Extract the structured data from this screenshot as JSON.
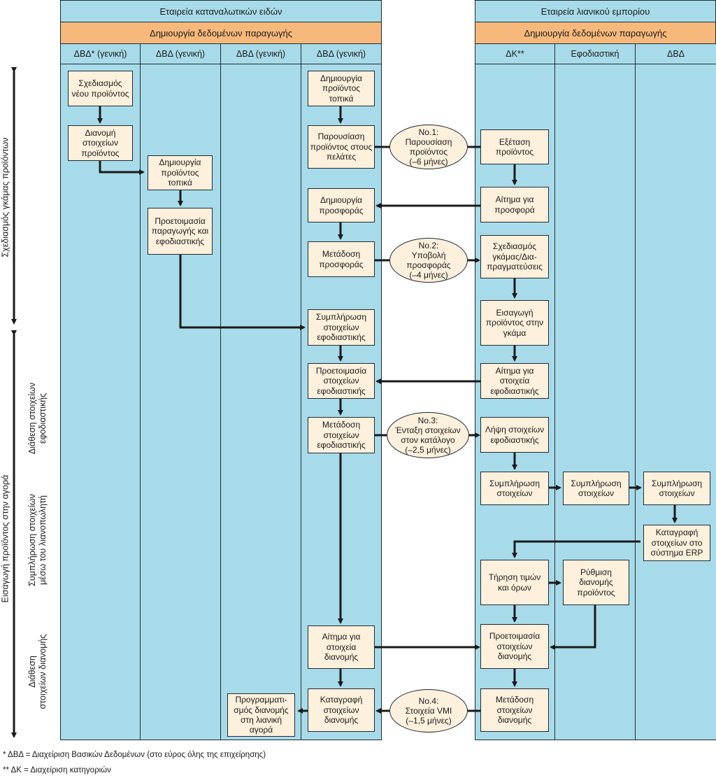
{
  "companies": {
    "manufacturer": "Εταιρεία καταναλωτικών ειδών",
    "retailer": "Εταιρεία λιανικού εμπορίου"
  },
  "subheader": {
    "left": "Δημιουργία δεδομένων παραγωγής",
    "right": "Δημιουργία δεδομένων παραγωγής"
  },
  "columns": [
    "ΔΒΔ* (γενική)",
    "ΔΒΔ (γενική)",
    "ΔΒΔ (γενική)",
    "ΔΒΔ (γενική)",
    "ΔΚ**",
    "Εφοδιαστική",
    "ΔΒΔ"
  ],
  "phases": {
    "assortment": "Σχεδιασμός γκάμας προϊόντων",
    "market_intro": "Εισαγωγή προϊόντος στην αγορά",
    "logistics_provision_1": "Διάθεση στοιχείων",
    "logistics_provision_2": "εφοδιαστικής",
    "completion_1": "Συμπλήρωση στοιχείων",
    "completion_2": "μέσω του λιανοπωλητή",
    "distribution_1": "Διάθεση",
    "distribution_2": "στοιχείων διανομής"
  },
  "boxes": {
    "b1": "Σχεδιασμός νέου προϊόντος",
    "b2": "Διανομή στοιχείων προϊόντος",
    "b3": "Δημιουργία προϊόντος τοπικά",
    "b4": "Προετοιμασία παραγωγής και εφοδιαστικής",
    "b5": "Δημιουργία προϊόντος τοπικά",
    "b6": "Παρουσίαση προϊόντος στους πελάτες",
    "b7": "Δημιουργία προσφοράς",
    "b8": "Μετάδοση προσφοράς",
    "b9": "Συμπλήρωση στοιχείων εφοδιαστικής",
    "b10": "Προετοιμασία στοιχείων εφοδιαστικής",
    "b11": "Μετάδοση στοιχείων εφοδιαστικής",
    "b12": "Αίτημα για στοιχεία διανομής",
    "b13": "Καταγραφή στοιχείων διανομής",
    "b14": "Προγραμματι-σμός διανομής στη λιανική αγορά",
    "b15": "Εξέταση προϊόντος",
    "b16": "Αίτημα για προσφορά",
    "b17": "Σχεδιασμός γκάμας/Δια-πραγματεύσεις",
    "b18": "Εισαγωγή προϊόντος στην γκάμα",
    "b19": "Αίτημα για στοιχεία εφοδιαστικής",
    "b20": "Λήψη στοιχείων εφοδιαστικής",
    "b21": "Συμπλήρωση στοιχείων",
    "b22": "Συμπλήρωση στοιχείων",
    "b23": "Συμπλήρωση στοιχείων",
    "b24": "Καταγραφή στοιχείων στο σύστημα ERP",
    "b25": "Τήρηση τιμών και όρων",
    "b26": "Ρύθμιση διανομής προϊόντος",
    "b27": "Προετοιμασία στοιχείων διανομής",
    "b28": "Μετάδοση στοιχείων διανομής"
  },
  "ellipses": {
    "e1": [
      "No.1:",
      "Παρουσίαση",
      "προϊόντος",
      "(–6 μήνες)"
    ],
    "e2": [
      "No.2:",
      "Υποβολή",
      "προσφοράς",
      "(–4 μήνες)"
    ],
    "e3": [
      "No.3:",
      "Ένταξη στοιχείων",
      "στον κατάλογο",
      "(–2,5 μήνες)"
    ],
    "e4": [
      "No.4:",
      "Στοιχεία VMI",
      "(–1,5 μήνες)"
    ]
  },
  "footnotes": {
    "f1": "* ΔΒΔ = Διαχείριση Βασικών Δεδομένων (στο εύρος όλης της επιχείρησης)",
    "f2": "** ΔΚ =  Διαχείριση κατηγοριών"
  }
}
